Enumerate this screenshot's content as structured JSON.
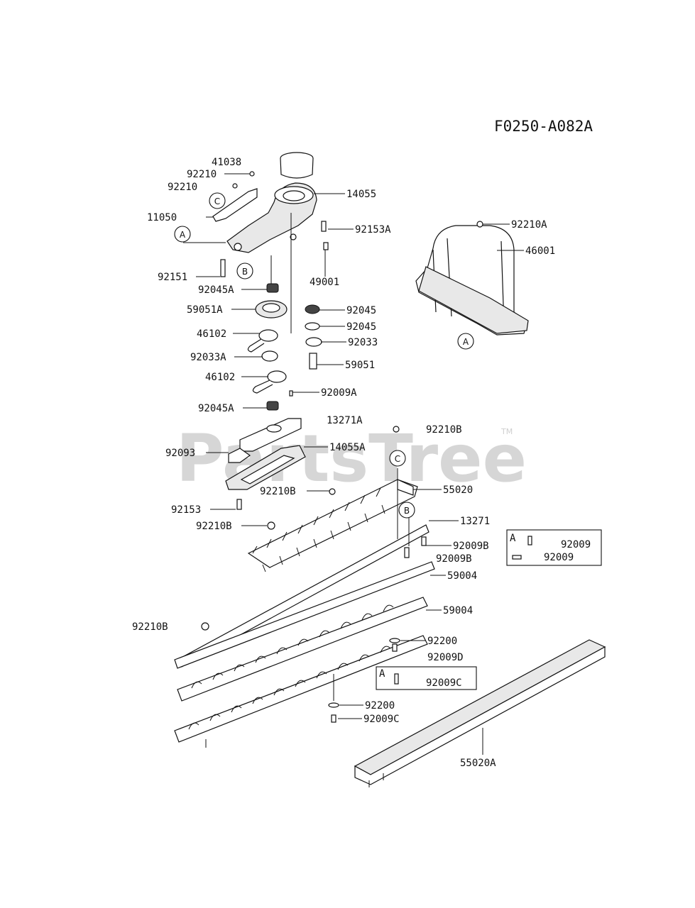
{
  "diagram_code": "F0250-A082A",
  "watermark": "PartsTree",
  "trademark": "TM",
  "part_labels": [
    "41038",
    "92210",
    "92210",
    "11050",
    "14055",
    "92153A",
    "92151",
    "49001",
    "92045A",
    "59051A",
    "92045",
    "92045",
    "46102",
    "92033",
    "92033A",
    "59051",
    "46102",
    "92009A",
    "92045A",
    "13271A",
    "92093",
    "14055A",
    "92210B",
    "92210B",
    "55020",
    "92153",
    "92210B",
    "13271",
    "92009B",
    "92009B",
    "59004",
    "59004",
    "92210B",
    "92200",
    "92009D",
    "92200",
    "92009C",
    "55020A",
    "92210A",
    "46001",
    "92009",
    "92009",
    "92009C"
  ],
  "callouts": [
    "A",
    "B",
    "C",
    "A",
    "C",
    "B"
  ],
  "inset_boxes": [
    {
      "ref": "A",
      "labels": [
        "92009",
        "92009"
      ]
    },
    {
      "ref": "A",
      "labels": [
        "92009C"
      ]
    }
  ]
}
